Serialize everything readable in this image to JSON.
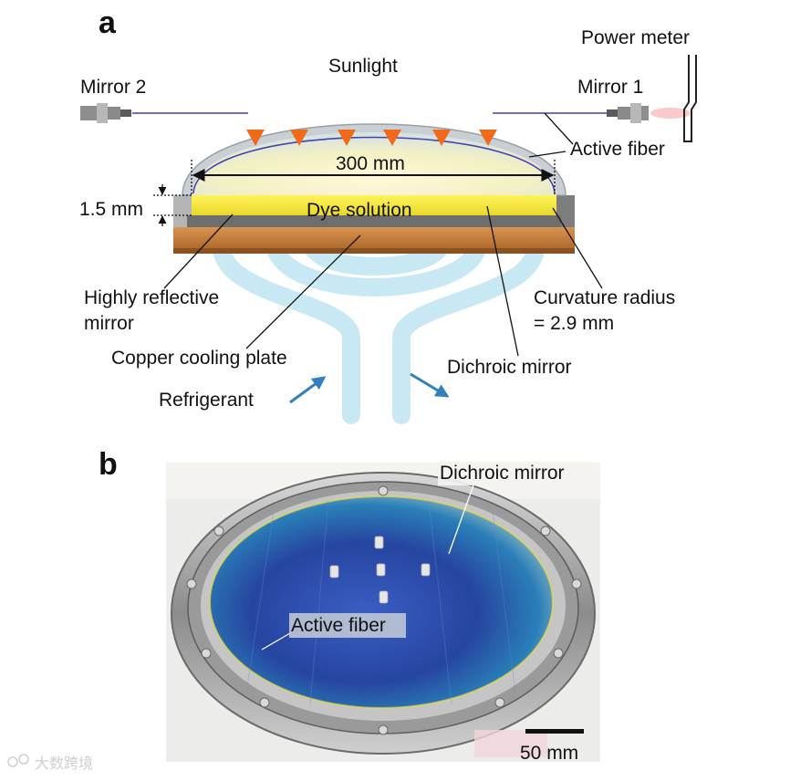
{
  "panel_a": {
    "letter": "a",
    "labels": {
      "power_meter": "Power meter",
      "sunlight": "Sunlight",
      "mirror_2": "Mirror 2",
      "mirror_1": "Mirror 1",
      "active_fiber": "Active fiber",
      "diameter": "300 mm",
      "thickness": "1.5 mm",
      "dye_solution": "Dye solution",
      "highly_reflective_line1": "Highly reflective",
      "highly_reflective_line2": "mirror",
      "curvature_line1": "Curvature radius",
      "curvature_line2": "=  2.9 mm",
      "copper_plate": "Copper cooling plate",
      "dichroic_mirror": "Dichroic mirror",
      "refrigerant": "Refrigerant"
    }
  },
  "panel_b": {
    "letter": "b",
    "labels": {
      "dichroic_mirror": "Dichroic mirror",
      "active_fiber": "Active fiber",
      "scale_bar": "50 mm"
    }
  },
  "watermark": "大数跨境",
  "colors": {
    "sun_arrow_top": "#f5c400",
    "sun_arrow_bottom": "#f06a1a",
    "dye_yellow": "#f3e84a",
    "copper": "#c9823f",
    "tube_blue": "#bfe6f2",
    "fiber": "#4a3fb0",
    "photo_blue": "#2b49a8",
    "flow_arrow": "#2f7fc1"
  }
}
